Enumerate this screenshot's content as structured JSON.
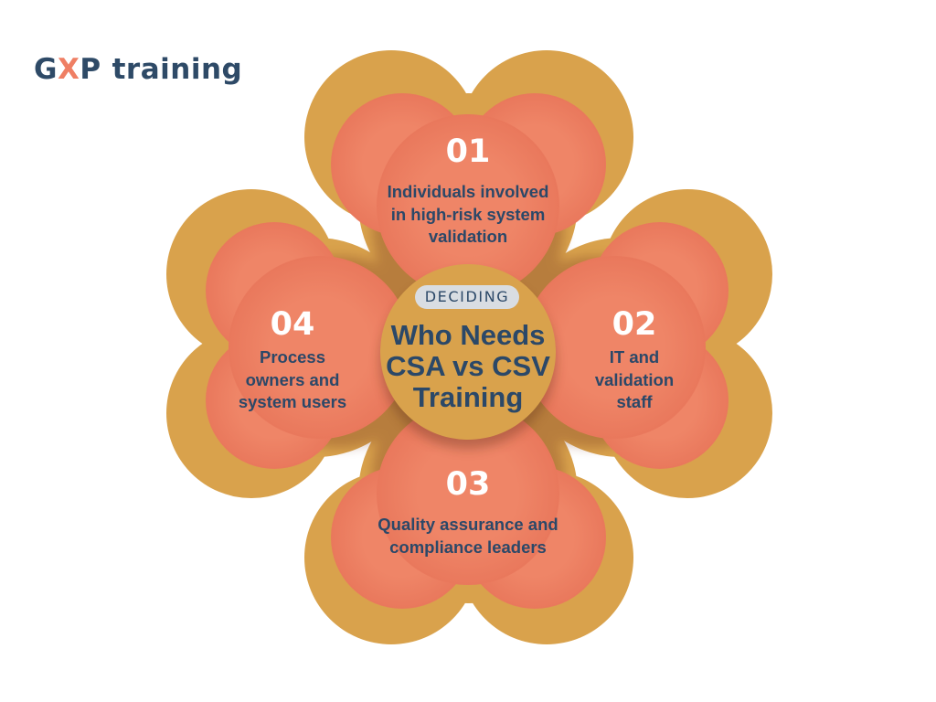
{
  "brand": {
    "prefix_g": "G",
    "prefix_x": "X",
    "prefix_p": "P",
    "word": "training"
  },
  "center": {
    "badge": "DECIDING",
    "title_lines": [
      "Who Needs",
      "CSA vs CSV",
      "Training"
    ]
  },
  "petals": [
    {
      "number": "01",
      "lines": [
        "Individuals involved",
        "in high-risk system",
        "validation"
      ]
    },
    {
      "number": "02",
      "lines": [
        "IT and",
        "validation",
        "staff"
      ]
    },
    {
      "number": "03",
      "lines": [
        "Quality assurance and",
        "compliance leaders"
      ]
    },
    {
      "number": "04",
      "lines": [
        "Process",
        "owners and",
        "system users"
      ]
    }
  ],
  "colors": {
    "gold": "#d9a24c",
    "coral": "#ef8567",
    "navy": "#2b4868",
    "white": "#ffffff",
    "badge_bg": "#d9dde2"
  }
}
